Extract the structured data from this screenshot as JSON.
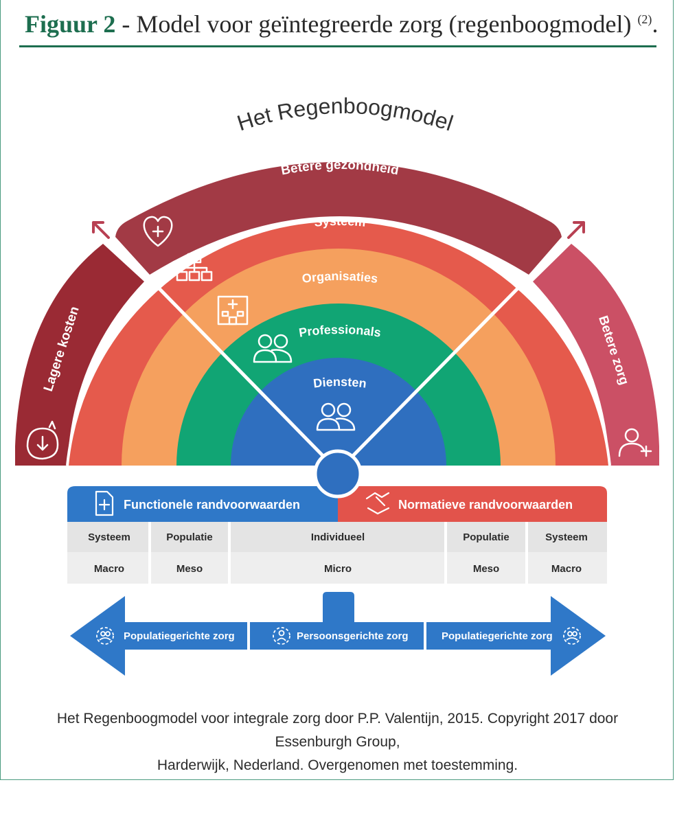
{
  "header": {
    "figure_label": "Figuur 2",
    "figure_title": " - Model voor geïntegreerde zorg (regenboogmodel) ",
    "reference": "(2)",
    "end": "."
  },
  "diagram": {
    "title": "Het Regenboogmodel",
    "arcs": [
      {
        "label": "Betere gezondheid",
        "icon": "heart-plus-icon",
        "color": "#a23a45"
      },
      {
        "label": "Systeem",
        "icon": "org-chart-icon",
        "color": "#e55a4c"
      },
      {
        "label": "Organisaties",
        "icon": "hospital-icon",
        "color": "#f5a05e"
      },
      {
        "label": "Professionals",
        "icon": "doctors-icon",
        "color": "#11a574"
      },
      {
        "label": "Diensten",
        "icon": "people-icon",
        "color": "#2f6fbf"
      }
    ],
    "sides": {
      "left": {
        "label": "Lagere kosten",
        "icon": "piggy-bank-icon",
        "color": "#9a2a34"
      },
      "right": {
        "label": "Betere zorg",
        "icon": "person-plus-icon",
        "color": "#cb5065"
      }
    },
    "functional": {
      "label": "Functionele randvoorwaarden",
      "icon": "document-plus-icon",
      "color": "#2f78c8"
    },
    "normative": {
      "label": "Normatieve randvoorwaarden",
      "icon": "handshake-icon",
      "color": "#e2534b"
    },
    "table": {
      "row1": [
        "Systeem",
        "Populatie",
        "Individueel",
        "Populatie",
        "Systeem"
      ],
      "row2": [
        "Macro",
        "Meso",
        "Micro",
        "Meso",
        "Macro"
      ]
    },
    "arrows": {
      "left": "Populatiegerichte zorg",
      "center": "Persoonsgerichte zorg",
      "right": "Populatiegerichte zorg"
    }
  },
  "caption": {
    "line1": "Het Regenboogmodel voor integrale zorg door P.P. Valentijn, 2015. Copyright 2017 door Essenburgh Group,",
    "line2": "Harderwijk, Nederland. Overgenomen met toestemming."
  }
}
